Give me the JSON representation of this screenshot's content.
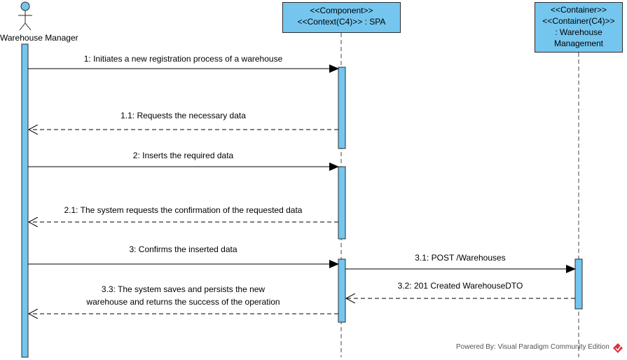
{
  "participants": {
    "actor": {
      "name": "Warehouse Manager"
    },
    "spa": {
      "line1": "<<Component>>",
      "line2": "<<Context(C4)>> : SPA"
    },
    "container": {
      "line1": "<<Container>>",
      "line2": "<<Container(C4)>>",
      "line3": ": Warehouse",
      "line4": "Management"
    }
  },
  "messages": [
    {
      "label": "1: Initiates a new registration process of a warehouse",
      "kind": "sync"
    },
    {
      "label": "1.1: Requests the necessary data",
      "kind": "return"
    },
    {
      "label": "2: Inserts the required data",
      "kind": "sync"
    },
    {
      "label": "2.1: The system requests the confirmation of the requested data",
      "kind": "return"
    },
    {
      "label": "3: Confirms the inserted data",
      "kind": "sync"
    },
    {
      "label": "3.1: POST /Warehouses",
      "kind": "sync"
    },
    {
      "label": "3.2: 201 Created WarehouseDTO",
      "kind": "return"
    },
    {
      "label_line1": "3.3: The system saves and persists the new",
      "label_line2": "warehouse and returns the success of the operation",
      "kind": "return"
    }
  ],
  "footer": {
    "text": "Powered By: Visual Paradigm Community Edition"
  },
  "colors": {
    "fill": "#74c6ef",
    "stroke": "#2b2b2b",
    "logo": "#e0303a"
  }
}
